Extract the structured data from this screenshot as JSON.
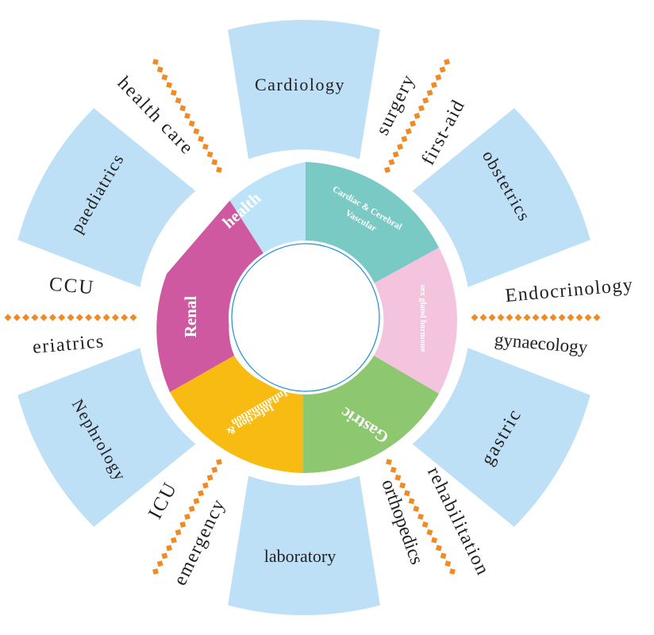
{
  "center": {
    "fill": "#ffffff",
    "ring_stroke": "#1f8fd6"
  },
  "inner_segments": [
    {
      "label": "health",
      "color": "#bde3f8",
      "text_color": "#ffffff"
    },
    {
      "label": "Cardiac & Cerebral Vascular",
      "line1": "Cardiac & Cerebral",
      "line2": "Vascular",
      "color": "#79c9c4",
      "text_color": "#ffffff"
    },
    {
      "label": "sex gland hormone",
      "color": "#f4c3dd",
      "text_color": "#ffffff"
    },
    {
      "label": "Gastric",
      "color": "#8dc76f",
      "text_color": "#ffffff"
    },
    {
      "label": "Infection & Inflammation",
      "line1": "Infection &",
      "line2": "Inflammation",
      "color": "#f8bb12",
      "text_color": "#ffffff"
    },
    {
      "label": "Renal",
      "color": "#cf59a1",
      "text_color": "#ffffff"
    }
  ],
  "outer_segments": [
    {
      "label": "Cardiology"
    },
    {
      "label": "obstetrics"
    },
    {
      "label": "gastric"
    },
    {
      "label": "laboratory"
    },
    {
      "label": "Nephrology"
    },
    {
      "label": "paediatrics"
    }
  ],
  "outer_color": "#bde0f6",
  "outer_text_color": "#231f20",
  "labels": [
    {
      "text": "health care"
    },
    {
      "text": "surgery"
    },
    {
      "text": "first-aid"
    },
    {
      "text": "Endocrinology"
    },
    {
      "text": "gynaecology"
    },
    {
      "text": "rehabilitation"
    },
    {
      "text": "orthopedics"
    },
    {
      "text": "ICU"
    },
    {
      "text": "emergency"
    },
    {
      "text": "eriatrics"
    },
    {
      "text": "CCU"
    }
  ],
  "label_color": "#231f20",
  "dot_color": "#f08a24"
}
